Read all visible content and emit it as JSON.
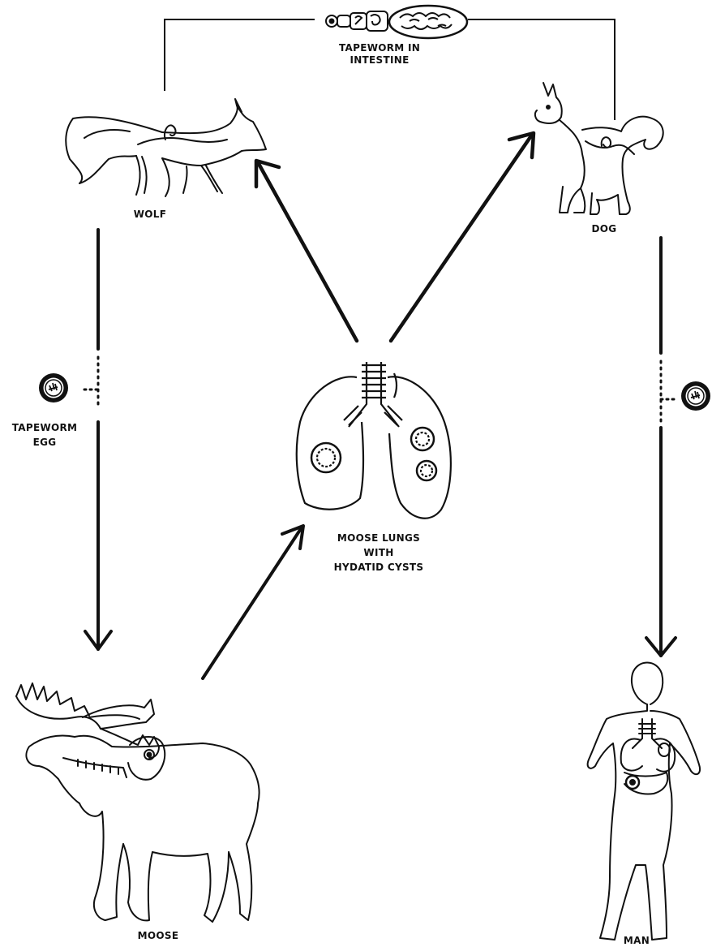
{
  "labels": {
    "tapeworm_intestine_1": "TAPEWORM IN",
    "tapeworm_intestine_2": "INTESTINE",
    "wolf": "WOLF",
    "dog": "DOG",
    "tapeworm_egg_1": "TAPEWORM",
    "tapeworm_egg_2": "EGG",
    "lungs_1": "MOOSE LUNGS",
    "lungs_2": "WITH",
    "lungs_3": "HYDATID CYSTS",
    "moose": "MOOSE",
    "man": "MAN"
  },
  "icons": [
    "tapeworm-icon",
    "wolf-icon",
    "dog-icon",
    "tapeworm-egg-icon",
    "moose-lungs-icon",
    "moose-icon",
    "man-icon"
  ],
  "colors": {
    "ink": "#111111",
    "paper": "#ffffff"
  }
}
